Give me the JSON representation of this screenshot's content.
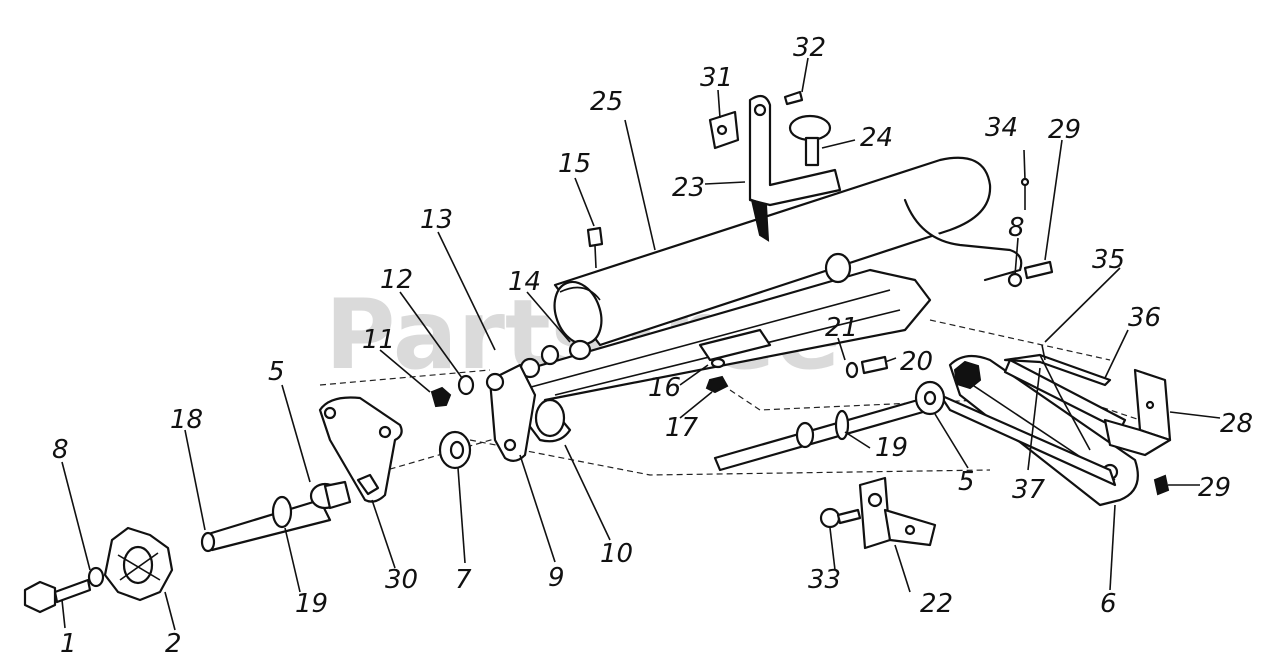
{
  "watermark": "PartsTree",
  "callouts": [
    {
      "id": "c1",
      "label": "1"
    },
    {
      "id": "c2",
      "label": "2"
    },
    {
      "id": "c5a",
      "label": "5"
    },
    {
      "id": "c5b",
      "label": "5"
    },
    {
      "id": "c6",
      "label": "6"
    },
    {
      "id": "c7",
      "label": "7"
    },
    {
      "id": "c8a",
      "label": "8"
    },
    {
      "id": "c8b",
      "label": "8"
    },
    {
      "id": "c9",
      "label": "9"
    },
    {
      "id": "c10",
      "label": "10"
    },
    {
      "id": "c11",
      "label": "11"
    },
    {
      "id": "c12",
      "label": "12"
    },
    {
      "id": "c13",
      "label": "13"
    },
    {
      "id": "c14",
      "label": "14"
    },
    {
      "id": "c15",
      "label": "15"
    },
    {
      "id": "c16",
      "label": "16"
    },
    {
      "id": "c17",
      "label": "17"
    },
    {
      "id": "c18",
      "label": "18"
    },
    {
      "id": "c19a",
      "label": "19"
    },
    {
      "id": "c19b",
      "label": "19"
    },
    {
      "id": "c20",
      "label": "20"
    },
    {
      "id": "c21",
      "label": "21"
    },
    {
      "id": "c22",
      "label": "22"
    },
    {
      "id": "c23",
      "label": "23"
    },
    {
      "id": "c24",
      "label": "24"
    },
    {
      "id": "c25",
      "label": "25"
    },
    {
      "id": "c28",
      "label": "28"
    },
    {
      "id": "c29a",
      "label": "29"
    },
    {
      "id": "c29b",
      "label": "29"
    },
    {
      "id": "c30",
      "label": "30"
    },
    {
      "id": "c31",
      "label": "31"
    },
    {
      "id": "c32",
      "label": "32"
    },
    {
      "id": "c33",
      "label": "33"
    },
    {
      "id": "c34",
      "label": "34"
    },
    {
      "id": "c35",
      "label": "35"
    },
    {
      "id": "c36",
      "label": "36"
    },
    {
      "id": "c37",
      "label": "37"
    }
  ]
}
